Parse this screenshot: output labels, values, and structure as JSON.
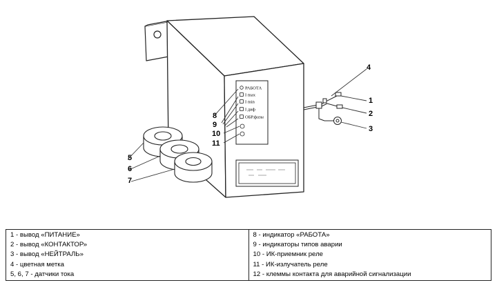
{
  "device": {
    "panel_labels": {
      "work": "РАБОТА",
      "i_max": "I max",
      "i_min": "I min",
      "i_dif": "I диф",
      "phase": "ОБР.фазы"
    }
  },
  "callouts": {
    "c1": "1",
    "c2": "2",
    "c3": "3",
    "c4": "4",
    "c5": "5",
    "c6": "6",
    "c7": "7",
    "c8": "8",
    "c9": "9",
    "c10": "10",
    "c11": "11"
  },
  "legend": {
    "left": [
      "1 - вывод «ПИТАНИЕ»",
      "2 - вывод «КОНТАКТОР»",
      "3 - вывод «НЕЙТРАЛЬ»",
      "4 - цветная метка",
      "5, 6, 7 - датчики тока"
    ],
    "right": [
      "8 - индикатор «РАБОТА»",
      "9 - индикаторы типов аварии",
      "10 - ИК-приемник реле",
      "11 - ИК-излучатель реле",
      "12 - клеммы контакта для аварийной сигнализации"
    ]
  }
}
